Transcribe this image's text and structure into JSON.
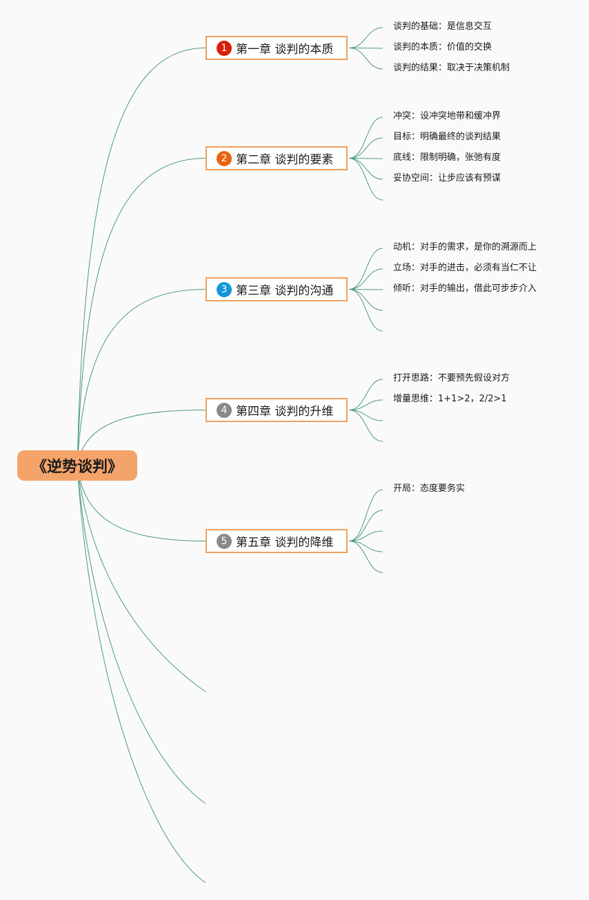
{
  "root": {
    "title": "《逆势谈判》"
  },
  "colors": {
    "line": "#4a9a7e",
    "root_fill": "#f4a46a",
    "chapter_border": "#f0a060"
  },
  "chapters": [
    {
      "num": "1",
      "title": "第一章 谈判的本质",
      "badge_color": "#d81e06",
      "leaves": [
        "谈判的基础：是信息交互",
        "谈判的本质：价值的交换",
        "谈判的结果：取决于决策机制"
      ]
    },
    {
      "num": "2",
      "title": "第二章 谈判的要素",
      "badge_color": "#e8620f",
      "leaves": [
        "冲突：设冲突地带和缓冲界",
        "目标：明确最终的谈判结果",
        "底线：限制明确，张弛有度",
        "妥协空间：让步应该有预谋",
        ""
      ]
    },
    {
      "num": "3",
      "title": "第三章 谈判的沟通",
      "badge_color": "#1296db",
      "leaves": [
        "动机：对手的需求，是你的溯源而上",
        "立场：对手的进击，必须有当仁不让",
        "倾听：对手的输出，借此可步步介入",
        "",
        ""
      ]
    },
    {
      "num": "4",
      "title": "第四章 谈判的升维",
      "badge_color": "#8a8a8a",
      "leaves": [
        "打开思路：不要预先假设对方",
        "增量思维：1+1>2，2/2>1",
        "",
        ""
      ]
    },
    {
      "num": "5",
      "title": "第五章 谈判的降维",
      "badge_color": "#8a8a8a",
      "leaves": [
        "开局：态度要务实",
        "",
        "",
        "",
        ""
      ]
    }
  ]
}
